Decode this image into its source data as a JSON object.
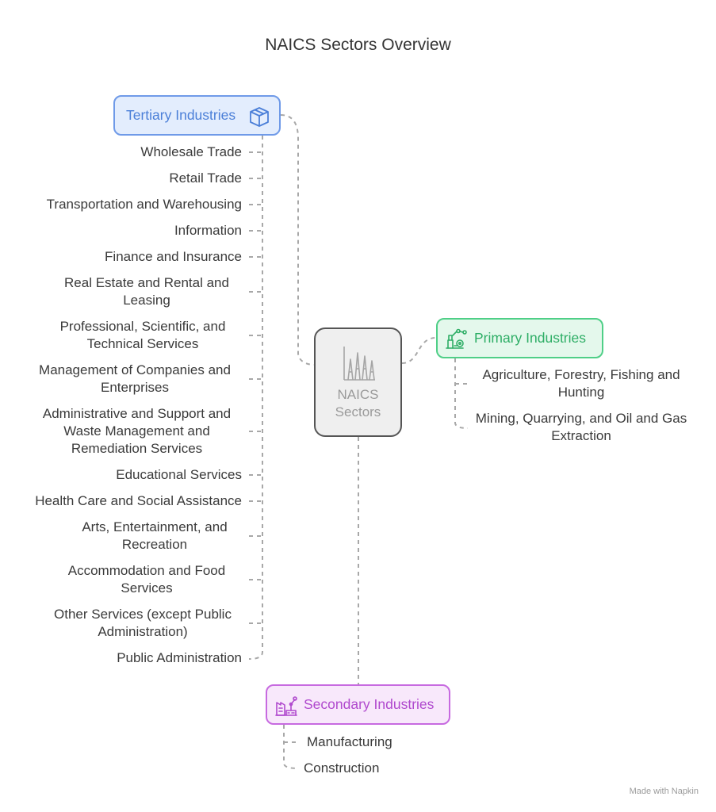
{
  "title": "NAICS Sectors Overview",
  "center": {
    "label": "NAICS Sectors",
    "icon": "bar-chart-icon"
  },
  "tertiary": {
    "label": "Tertiary Industries",
    "icon": "box-icon",
    "color": "#4b7fd8",
    "items": [
      "Wholesale Trade",
      "Retail Trade",
      "Transportation and Warehousing",
      "Information",
      "Finance and Insurance",
      "Real Estate and Rental and Leasing",
      "Professional, Scientific, and Technical Services",
      "Management of Companies and Enterprises",
      "Administrative and Support and Waste Management and Remediation Services",
      "Educational Services",
      "Health Care and Social Assistance",
      "Arts, Entertainment, and Recreation",
      "Accommodation and Food Services",
      "Other Services (except Public Administration)",
      "Public Administration"
    ]
  },
  "primary": {
    "label": "Primary Industries",
    "icon": "farm-tools-icon",
    "color": "#2eae66",
    "items": [
      "Agriculture, Forestry, Fishing and Hunting",
      "Mining, Quarrying, and Oil and Gas Extraction"
    ]
  },
  "secondary": {
    "label": "Secondary Industries",
    "icon": "factory-robot-icon",
    "color": "#b049ce",
    "items": [
      "Manufacturing",
      "Construction"
    ]
  },
  "credit": "Made with Napkin"
}
